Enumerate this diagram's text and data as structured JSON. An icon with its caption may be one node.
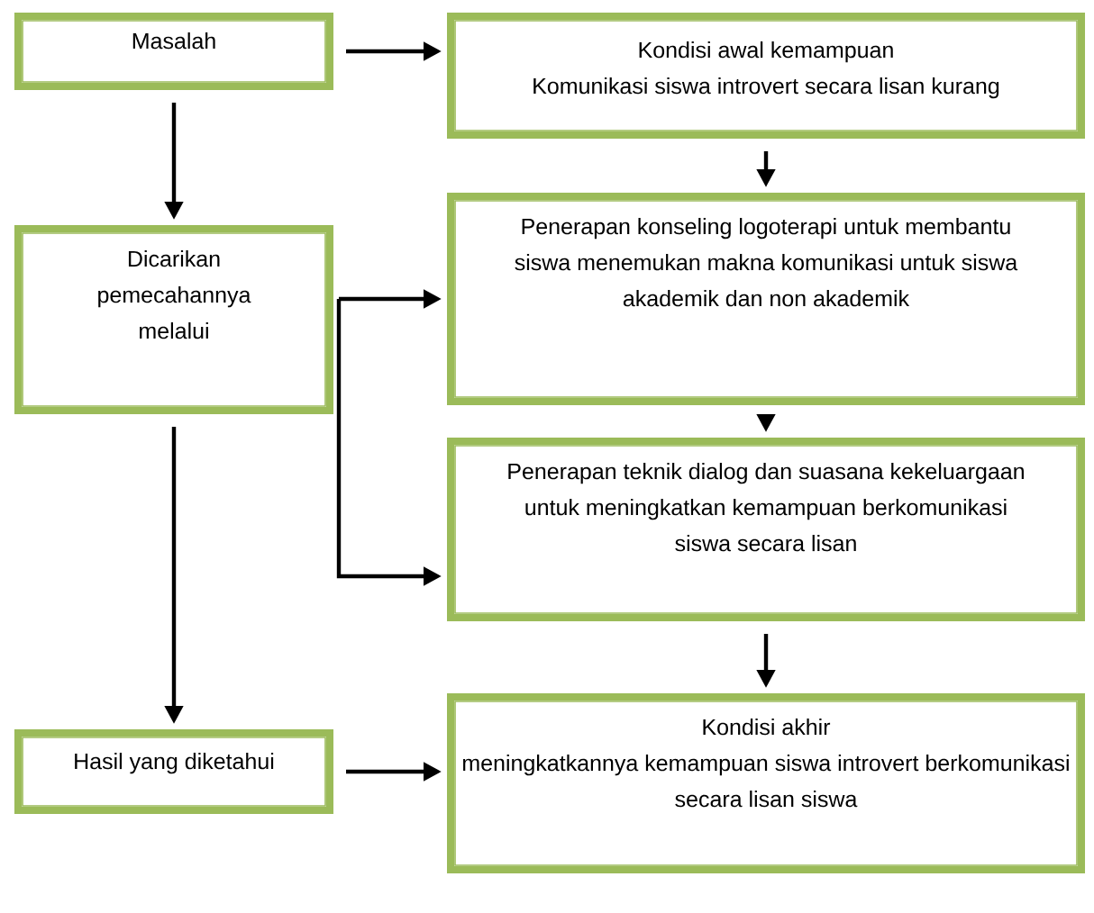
{
  "diagram": {
    "nodes": [
      {
        "text": [
          "Masalah"
        ]
      },
      {
        "text": [
          "Kondisi awal kemampuan",
          "Komunikasi siswa introvert secara lisan kurang"
        ]
      },
      {
        "text": [
          "Dicarikan pemecahannya melalui"
        ]
      },
      {
        "text": [
          "Penerapan konseling logoterapi untuk membantu siswa menemukan makna komunikasi untuk siswa akademik dan non akademik"
        ]
      },
      {
        "text": [
          "Penerapan teknik dialog dan suasana kekeluargaan untuk meningkatkan kemampuan berkomunikasi siswa secara lisan"
        ]
      },
      {
        "text": [
          "Hasil yang diketahui"
        ]
      },
      {
        "text": [
          "Kondisi akhir",
          "meningkatkannya kemampuan siswa introvert berkomunikasi secara lisan siswa"
        ]
      }
    ],
    "edges": [
      {
        "from": 0,
        "to": 1,
        "arrow": "to"
      },
      {
        "from": 0,
        "to": 2,
        "arrow": "to"
      },
      {
        "from": 1,
        "to": 3,
        "arrow": "to"
      },
      {
        "from": 2,
        "to": 3,
        "arrow": "to"
      },
      {
        "from": 2,
        "to": 4,
        "arrow": "to"
      },
      {
        "from": 3,
        "to": 4,
        "arrow": "to"
      },
      {
        "from": 2,
        "to": 5,
        "arrow": "to"
      },
      {
        "from": 4,
        "to": 6,
        "arrow": "to"
      },
      {
        "from": 5,
        "to": 6,
        "arrow": "to"
      }
    ]
  }
}
